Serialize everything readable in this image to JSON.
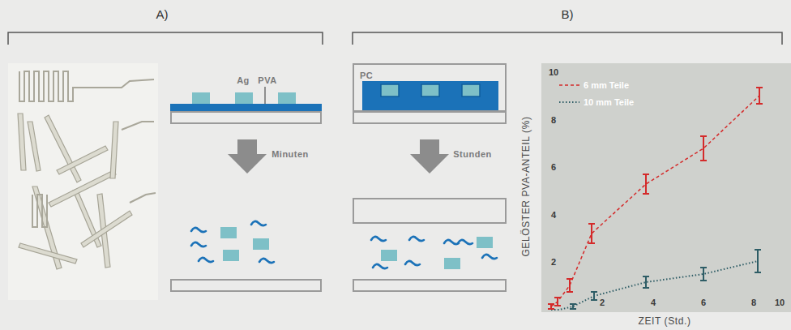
{
  "diagram": {
    "nodes": [
      {
        "text": [
          "PC"
        ]
      }
    ],
    "labels": [
      "A)",
      "B)",
      "Ag",
      "PVA",
      "Minuten",
      "Stunden",
      "10",
      "8",
      "6",
      "4",
      "2",
      "2",
      "4",
      "6",
      "8",
      "10",
      "GELÖSTER PVA-ANTEIL (%)",
      "ZEIT (Std.)"
    ],
    "legend": [
      {
        "text": "6 mm Teile"
      },
      {
        "text": "10 mm Teile"
      }
    ]
  }
}
